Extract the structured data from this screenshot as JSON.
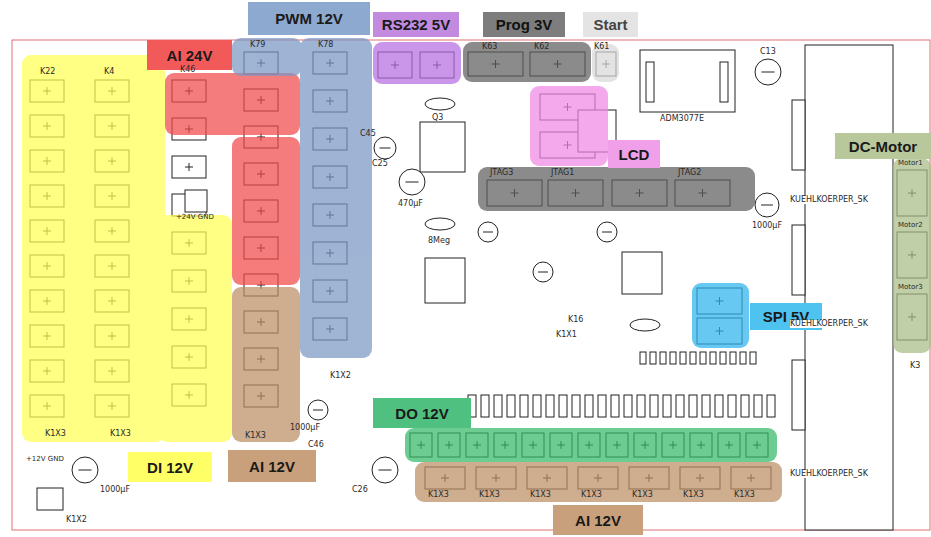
{
  "diagram": {
    "nodes": [
      {
        "text": [
          "PWM 12V"
        ]
      },
      {
        "text": [
          "RS232 5V"
        ]
      },
      {
        "text": [
          "Prog 3V"
        ]
      },
      {
        "text": [
          "Start"
        ]
      },
      {
        "text": [
          "AI 24V"
        ]
      },
      {
        "text": [
          "LCD"
        ]
      },
      {
        "text": [
          "DC-Motor"
        ]
      },
      {
        "text": [
          "SPI 5V"
        ]
      },
      {
        "text": [
          "DO 12V"
        ]
      },
      {
        "text": [
          "DI 12V"
        ]
      },
      {
        "text": [
          "AI 12V"
        ]
      },
      {
        "text": [
          "AI 12V"
        ]
      }
    ],
    "labels": [
      "K22",
      "K4",
      "K46",
      "K79",
      "K78",
      "K1X3",
      "K1X3",
      "K1X3",
      "K1X3",
      "K1X3",
      "K1X3",
      "K1X3",
      "K1X3",
      "K1X3",
      "K1X3",
      "K1X2",
      "+24V GND",
      "+12V GND",
      "1000µF",
      "1000µF",
      "1000µF",
      "C13",
      "C45",
      "C46",
      "C25",
      "C26",
      "470µF",
      "Q3",
      "8Meg",
      "K16",
      "K1X1",
      "ADM3077E",
      "K63",
      "K62",
      "K61",
      "JTAG3",
      "JTAG1",
      "JTAG2",
      "KUEHLKOERPER_SK",
      "KUEHLKOERPER_SK",
      "KUEHLKOERPER_SK",
      "Motor1",
      "Motor2",
      "Motor3",
      "K3",
      "K1X2"
    ]
  }
}
